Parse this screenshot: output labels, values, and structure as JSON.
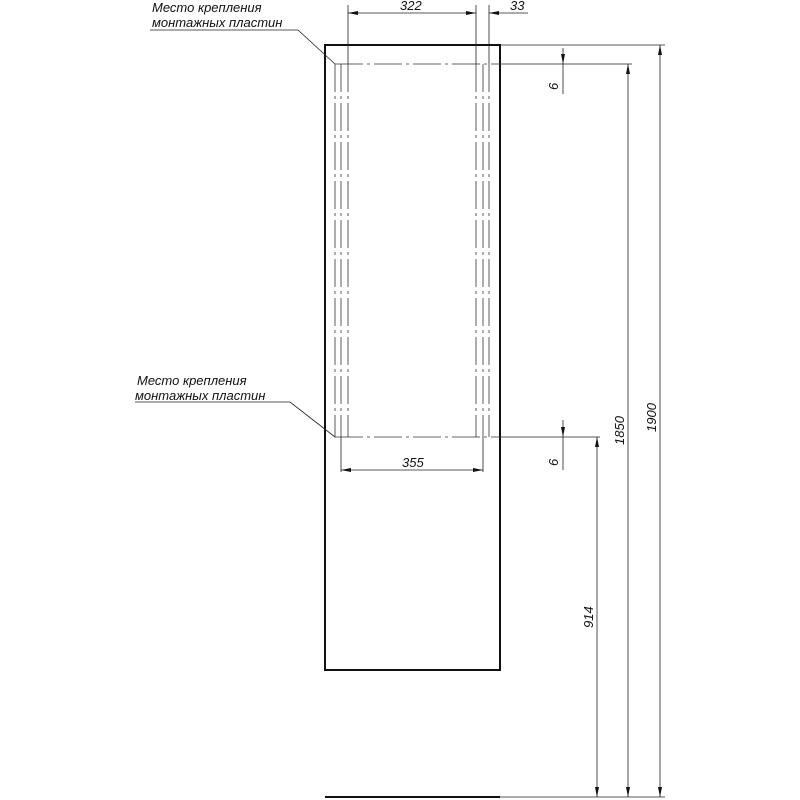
{
  "labels": {
    "mount_top": [
      "Место крепления",
      "монтажных пластин"
    ],
    "mount_bottom": [
      "Место крепления",
      "монтажных пластин"
    ]
  },
  "dimensions": {
    "top_width": "322",
    "top_offset": "33",
    "top_gap": "6",
    "bottom_width": "355",
    "bottom_gap": "6",
    "height_to_mount": "914",
    "height_mount_top": "1850",
    "total_height": "1900"
  },
  "colors": {
    "line": "#111111",
    "background": "#ffffff"
  }
}
